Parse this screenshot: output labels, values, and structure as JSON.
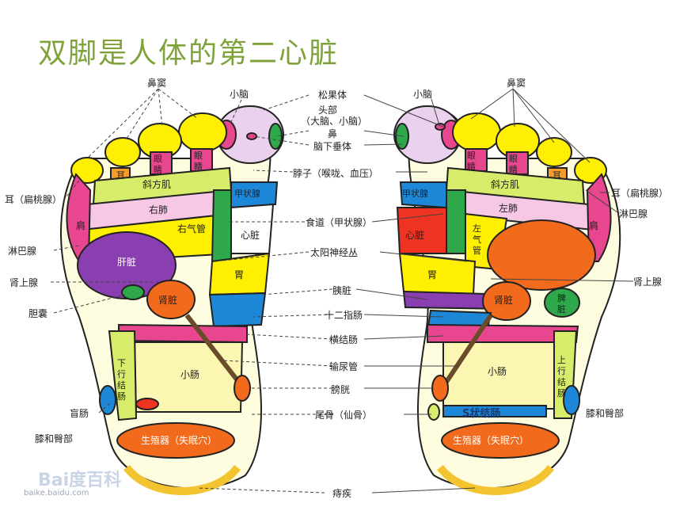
{
  "title": "双脚是人体的第二心脏",
  "watermark": "Bai度百科",
  "watermark_url": "baike.baidu.com",
  "labels": {
    "bidou_l": "鼻窦",
    "bidou_r": "鼻窦",
    "xiaonao_l": "小脑",
    "xiaonao_r": "小脑",
    "songguoti": "松果体",
    "toubu": "头部",
    "danao": "（大脑、小脑）",
    "bi": "鼻",
    "naoxia": "脑下垂体",
    "bozi": "脖子（喉咙、血压）",
    "shidao": "食道（甲状腺）",
    "taiyang": "太阳神经丛",
    "yizang": "胰脏",
    "shierzhi": "十二指肠",
    "hengjie": "横结肠",
    "shuniao": "输尿管",
    "pangguang": "膀胱",
    "weigu": "尾骨（仙骨）",
    "zhichuang": "痔疾",
    "er_l": "耳（扁桃腺）",
    "er_r": "耳（扁桃腺）",
    "linba_l": "淋巴腺",
    "linba_r": "淋巴腺",
    "shenshang_l": "肾上腺",
    "shenshang_r": "肾上腺",
    "dannang": "胆囊",
    "mangchang": "盲肠",
    "xihe_l": "膝和臀部",
    "xihe_r": "膝和臀部"
  },
  "regions": {
    "ear_l": "耳",
    "eye_l1": "眼睛",
    "eye_l2": "眼睛",
    "eye_r1": "眼睛",
    "eye_r2": "眼睛",
    "ear_r": "耳",
    "xiefang_l": "斜方肌",
    "xiefang_r": "斜方肌",
    "youfei": "右肺",
    "zuofei": "左肺",
    "youqiguan": "右气管",
    "zuoqiguan": "左气管",
    "jiazhuang_l": "甲状腺",
    "jiazhuang_r": "甲状腺",
    "xinzang_l": "心脏",
    "xinzang_r": "心脏",
    "ganzang": "肝脏",
    "wei_l": "胃",
    "wei_r": "胃",
    "shenzang_l": "肾脏",
    "shenzang_r": "肾脏",
    "pizang": "脾脏",
    "jian_l": "肩",
    "jian_r": "肩",
    "xiaochang_l": "小肠",
    "xiaochang_r": "小肠",
    "xiaxing": "下行结肠",
    "shangxing": "上行结肠",
    "szhuang": "S状结肠",
    "shengzhi_l": "生殖器（失眠穴）",
    "shengzhi_r": "生殖器（失眠穴）"
  },
  "colors": {
    "title": "#7fa33a",
    "yellow": "#ffef00",
    "pink": "#e8478f",
    "purple": "#8a3fb0",
    "green": "#2ea84a",
    "orange": "#f26a1b",
    "red": "#ee3322",
    "blue": "#1e88d8",
    "lightyellow": "#fbf7b3",
    "lightpink": "#f6c8e6",
    "lime": "#d7ec6a"
  }
}
